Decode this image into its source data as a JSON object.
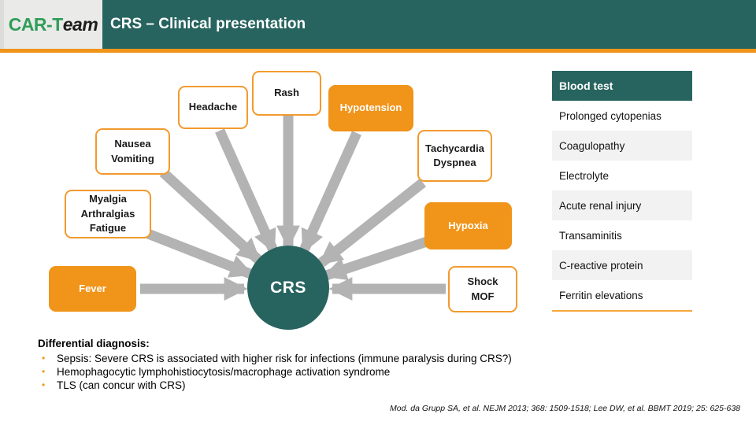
{
  "header": {
    "logo": {
      "green": "CAR-T",
      "dark": "eam"
    },
    "title": "CRS – Clinical presentation"
  },
  "colors": {
    "teal": "#28645F",
    "orange": "#F0941A",
    "orange_border": "#F29A2E",
    "arrow_gray": "#B3B3B3",
    "row_gray": "#F2F2F2",
    "logo_green": "#2F9D58"
  },
  "icons": {
    "bullet": "•"
  },
  "diagram": {
    "center_label": "CRS",
    "boxes": [
      {
        "id": "fever",
        "style": "filled",
        "lines": [
          "Fever"
        ]
      },
      {
        "id": "myalgia",
        "style": "outline",
        "lines": [
          "Myalgia",
          "Arthralgias",
          "Fatigue"
        ]
      },
      {
        "id": "nausea",
        "style": "outline",
        "lines": [
          "Nausea",
          "Vomiting"
        ]
      },
      {
        "id": "headache",
        "style": "outline",
        "lines": [
          "Headache"
        ]
      },
      {
        "id": "rash",
        "style": "outline",
        "lines": [
          "Rash"
        ]
      },
      {
        "id": "hypotension",
        "style": "filled",
        "lines": [
          "Hypotension"
        ]
      },
      {
        "id": "tachycardia",
        "style": "outline",
        "lines": [
          "Tachycardia",
          "Dyspnea"
        ]
      },
      {
        "id": "hypoxia",
        "style": "filled",
        "lines": [
          "Hypoxia"
        ]
      },
      {
        "id": "shock",
        "style": "outline",
        "lines": [
          "Shock",
          "MOF"
        ]
      }
    ]
  },
  "blood_test": {
    "header": "Blood test",
    "rows": [
      "Prolonged cytopenias",
      "Coagulopathy",
      "Electrolyte",
      "Acute renal injury",
      "Transaminitis",
      "C-reactive protein",
      "Ferritin elevations"
    ]
  },
  "differential": {
    "title": "Differential diagnosis:",
    "items": [
      "Sepsis: Severe CRS is associated with higher risk for infections (immune paralysis during CRS?)",
      "Hemophagocytic lymphohistiocytosis/macrophage activation syndrome",
      "TLS (can concur with CRS)"
    ]
  },
  "citation": "Mod. da Grupp SA, et al. NEJM 2013; 368: 1509-1518; Lee DW, et al. BBMT 2019; 25: 625-638"
}
